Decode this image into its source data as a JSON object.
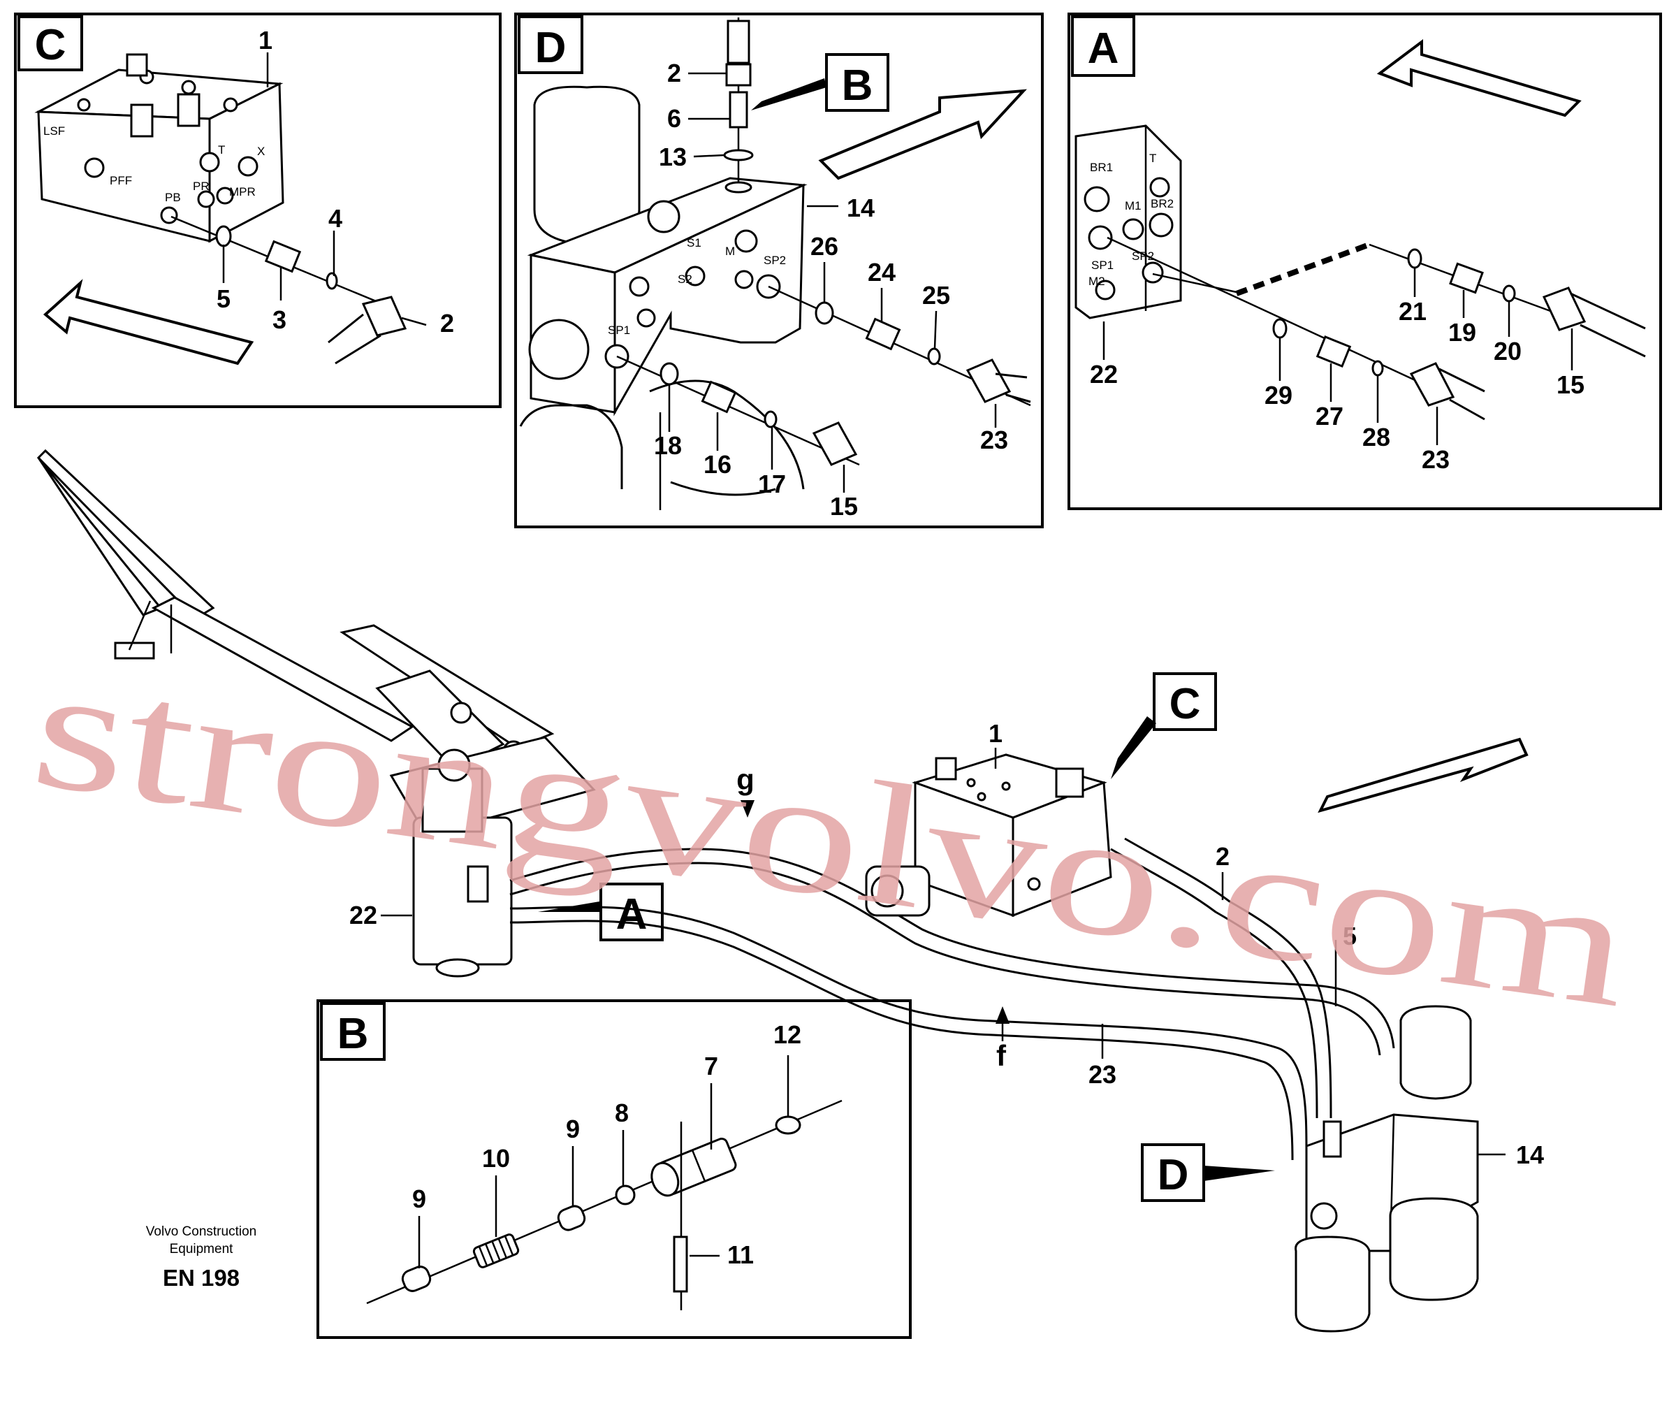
{
  "panels": {
    "C": {
      "letter": "C",
      "labels": {
        "p1": "1",
        "p4": "4",
        "p5": "5",
        "p3": "3",
        "p2": "2"
      },
      "ports": {
        "lsf": "LSF",
        "pff": "PFF",
        "t": "T",
        "x": "X",
        "pb": "PB",
        "pr": "PR",
        "mpr": "MPR"
      }
    },
    "D": {
      "letter": "D",
      "callout": "B",
      "labels": {
        "p2": "2",
        "p6": "6",
        "p13": "13",
        "p14": "14",
        "p26": "26",
        "p24": "24",
        "p25": "25",
        "p23": "23",
        "p18": "18",
        "p16": "16",
        "p17": "17",
        "p15": "15"
      },
      "ports": {
        "s2": "S2",
        "s1": "S1",
        "m": "M",
        "sp2": "SP2",
        "sp1": "SP1"
      }
    },
    "A": {
      "letter": "A",
      "labels": {
        "p21": "21",
        "p19": "19",
        "p20": "20",
        "p15": "15",
        "p22": "22",
        "p29": "29",
        "p27": "27",
        "p28": "28",
        "p23": "23"
      },
      "ports": {
        "br1": "BR1",
        "t": "T",
        "m1": "M1",
        "br2": "BR2",
        "sp1": "SP1",
        "sp2": "SP2",
        "m2": "M2"
      }
    },
    "B": {
      "letter": "B",
      "labels": {
        "p12": "12",
        "p7": "7",
        "p9a": "9",
        "p8": "8",
        "p10": "10",
        "p9b": "9",
        "p11": "11"
      }
    }
  },
  "main": {
    "labels": {
      "p1": "1",
      "g": "g",
      "p2": "2",
      "p5": "5",
      "p22": "22",
      "f": "f",
      "p23": "23",
      "p14": "14"
    },
    "callouts": {
      "c": "C",
      "a": "A",
      "d": "D"
    }
  },
  "footer": {
    "company_line1": "Volvo Construction",
    "company_line2": "Equipment",
    "code": "EN 198"
  },
  "watermark": "strongvolvo.com"
}
